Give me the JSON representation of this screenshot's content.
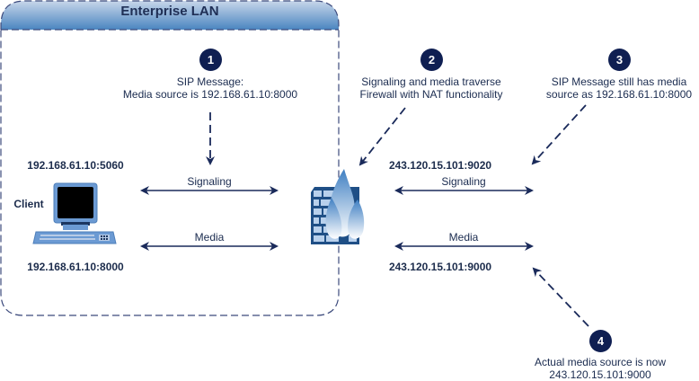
{
  "lan": {
    "title": "Enterprise LAN"
  },
  "client": {
    "label": "Client",
    "signaling_address": "192.168.61.10:5060",
    "media_address": "192.168.61.10:8000"
  },
  "public": {
    "signaling_address": "243.120.15.101:9020",
    "media_address": "243.120.15.101:9000"
  },
  "links": {
    "left_signaling": "Signaling",
    "left_media": "Media",
    "right_signaling": "Signaling",
    "right_media": "Media"
  },
  "steps": [
    {
      "number": "1",
      "line1": "SIP Message:",
      "line2": "Media source is 192.168.61.10:8000"
    },
    {
      "number": "2",
      "line1": "Signaling and media traverse",
      "line2": "Firewall with NAT functionality"
    },
    {
      "number": "3",
      "line1": "SIP Message still has media",
      "line2": "source as 192.168.61.10:8000"
    },
    {
      "number": "4",
      "line1": "Actual media source is now",
      "line2": "243.120.15.101:9000"
    }
  ],
  "icons": {
    "client": "computer-icon",
    "firewall": "firewall-icon"
  },
  "colors": {
    "navy": "#1a2a5a",
    "header_top": "#c4d3e8",
    "header_bottom": "#4b86c0"
  }
}
